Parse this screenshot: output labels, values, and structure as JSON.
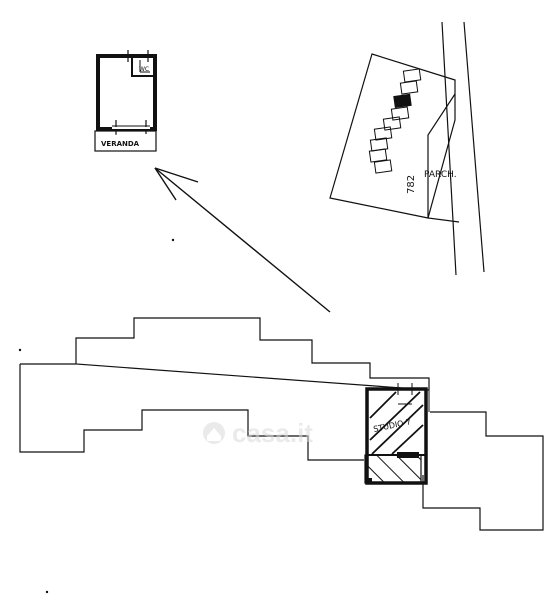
{
  "labels": {
    "wc": "WC",
    "veranda": "VERANDA",
    "lot_number": "782",
    "parking": "PARCH.",
    "unit": "STUDIO 7"
  },
  "watermark": "casa.it",
  "colors": {
    "ink": "#111111",
    "watermark": "#d9d9d9",
    "background": "#ffffff"
  }
}
